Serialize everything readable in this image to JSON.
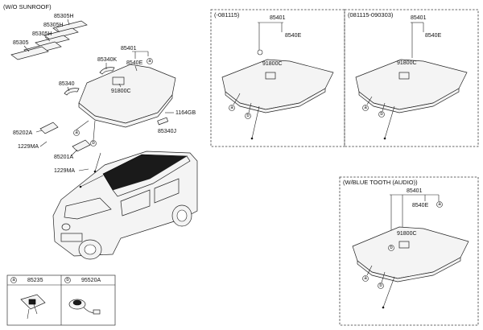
{
  "sections": {
    "wo_sunroof": "(W/O SUNROOF)",
    "v081115": "(-081115)",
    "v081115_090303": "(081115-090303)",
    "bluetooth": "(W/BLUE TOOTH (AUDIO))"
  },
  "parts": {
    "p85305H_a": "85305H",
    "p85305H_b": "85305H",
    "p85305H_c": "85305H",
    "p85305": "85305",
    "p85401": "85401",
    "p85340K": "85340K",
    "p8540E": "8540E",
    "p85340": "85340",
    "p91800C": "91800C",
    "p1164GB": "1164GB",
    "p85202A": "85202A",
    "p1229MA_a": "1229MA",
    "p85201A": "85201A",
    "p1229MA_b": "1229MA",
    "p85340J": "85340J"
  },
  "insets": {
    "a1": {
      "p85401": "85401",
      "p8540E": "8540E",
      "p91800C": "91800C"
    },
    "a2": {
      "p85401": "85401",
      "p8540E": "8540E",
      "p91800C": "91800C"
    },
    "a3": {
      "p85401": "85401",
      "p8540E": "8540E",
      "p91800C": "91800C"
    }
  },
  "callouts": {
    "a": "a",
    "b": "b"
  },
  "legend": [
    {
      "key": "a",
      "part": "85235"
    },
    {
      "key": "b",
      "part": "95520A"
    }
  ]
}
